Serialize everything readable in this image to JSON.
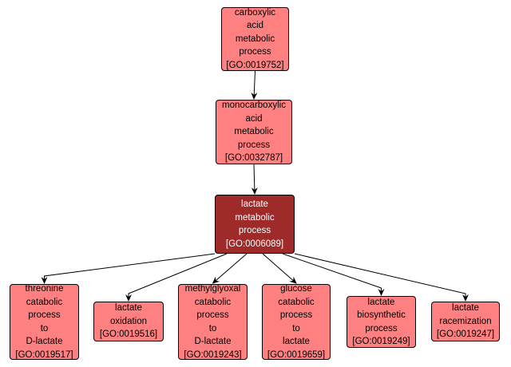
{
  "colors": {
    "node_fill": "#ff8080",
    "focus_fill": "#9e2a2a",
    "focus_text": "#ffffff",
    "edge": "#000000"
  },
  "nodes": [
    {
      "id": "GO:0019752",
      "label": "carboxylic\nacid\nmetabolic\nprocess\n[GO:0019752]"
    },
    {
      "id": "GO:0032787",
      "label": "monocarboxylic\nacid\nmetabolic\nprocess\n[GO:0032787]"
    },
    {
      "id": "GO:0006089",
      "label": "lactate\nmetabolic\nprocess\n[GO:0006089]",
      "focus": true
    },
    {
      "id": "GO:0019517",
      "label": "threonine\ncatabolic\nprocess\nto\nD-lactate\n[GO:0019517]"
    },
    {
      "id": "GO:0019516",
      "label": "lactate\noxidation\n[GO:0019516]"
    },
    {
      "id": "GO:0019243",
      "label": "methylglyoxal\ncatabolic\nprocess\nto\nD-lactate\n[GO:0019243]"
    },
    {
      "id": "GO:0019659",
      "label": "glucose\ncatabolic\nprocess\nto\nlactate\n[GO:0019659]"
    },
    {
      "id": "GO:0019249",
      "label": "lactate\nbiosynthetic\nprocess\n[GO:0019249]"
    },
    {
      "id": "GO:0019247",
      "label": "lactate\nracemization\n[GO:0019247]"
    }
  ],
  "edges": [
    {
      "from": "GO:0019752",
      "to": "GO:0032787"
    },
    {
      "from": "GO:0032787",
      "to": "GO:0006089"
    },
    {
      "from": "GO:0006089",
      "to": "GO:0019517"
    },
    {
      "from": "GO:0006089",
      "to": "GO:0019516"
    },
    {
      "from": "GO:0006089",
      "to": "GO:0019243"
    },
    {
      "from": "GO:0006089",
      "to": "GO:0019659"
    },
    {
      "from": "GO:0006089",
      "to": "GO:0019249"
    },
    {
      "from": "GO:0006089",
      "to": "GO:0019247"
    }
  ]
}
